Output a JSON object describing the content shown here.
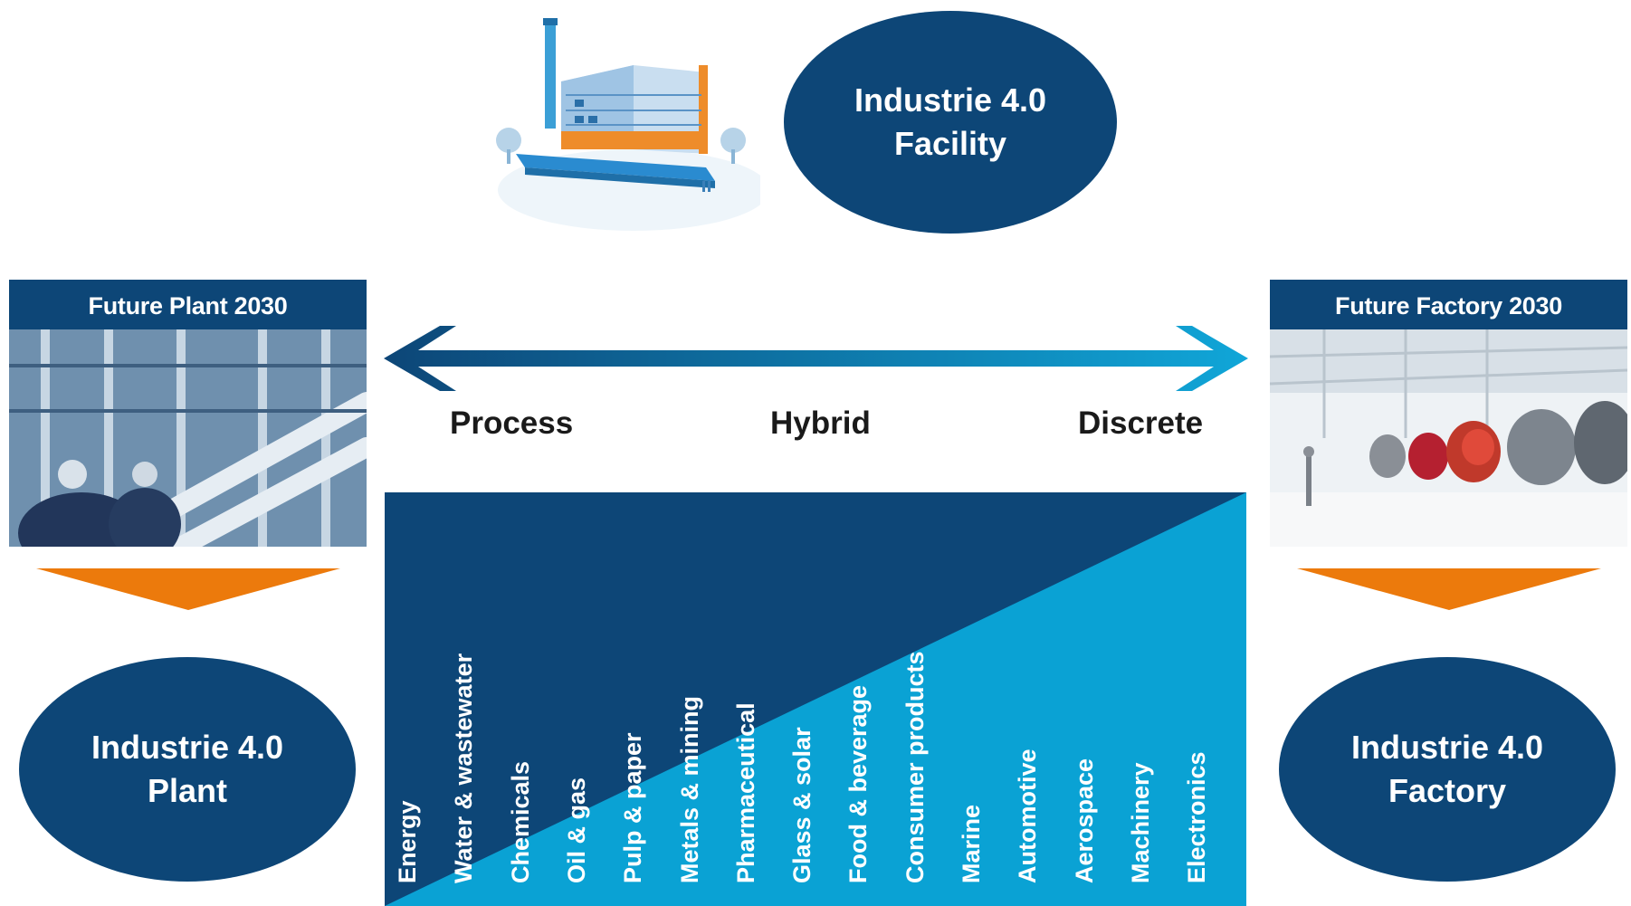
{
  "facility": {
    "line1": "Industrie 4.0",
    "line2": "Facility"
  },
  "plant": {
    "header": "Future Plant 2030",
    "ellipse_line1": "Industrie 4.0",
    "ellipse_line2": "Plant"
  },
  "factory": {
    "header": "Future Factory 2030",
    "ellipse_line1": "Industrie 4.0",
    "ellipse_line2": "Factory"
  },
  "scale": {
    "left": "Process",
    "middle": "Hybrid",
    "right": "Discrete"
  },
  "industries": [
    "Energy",
    "Water & wastewater",
    "Chemicals",
    "Oil & gas",
    "Pulp & paper",
    "Metals & mining",
    "Pharmaceutical",
    "Glass & solar",
    "Food & beverage",
    "Consumer products",
    "Marine",
    "Automotive",
    "Aerospace",
    "Machinery",
    "Electronics"
  ],
  "colors": {
    "dark_blue": "#0d4677",
    "light_blue": "#0aa2d4",
    "orange": "#ec7a0c"
  }
}
